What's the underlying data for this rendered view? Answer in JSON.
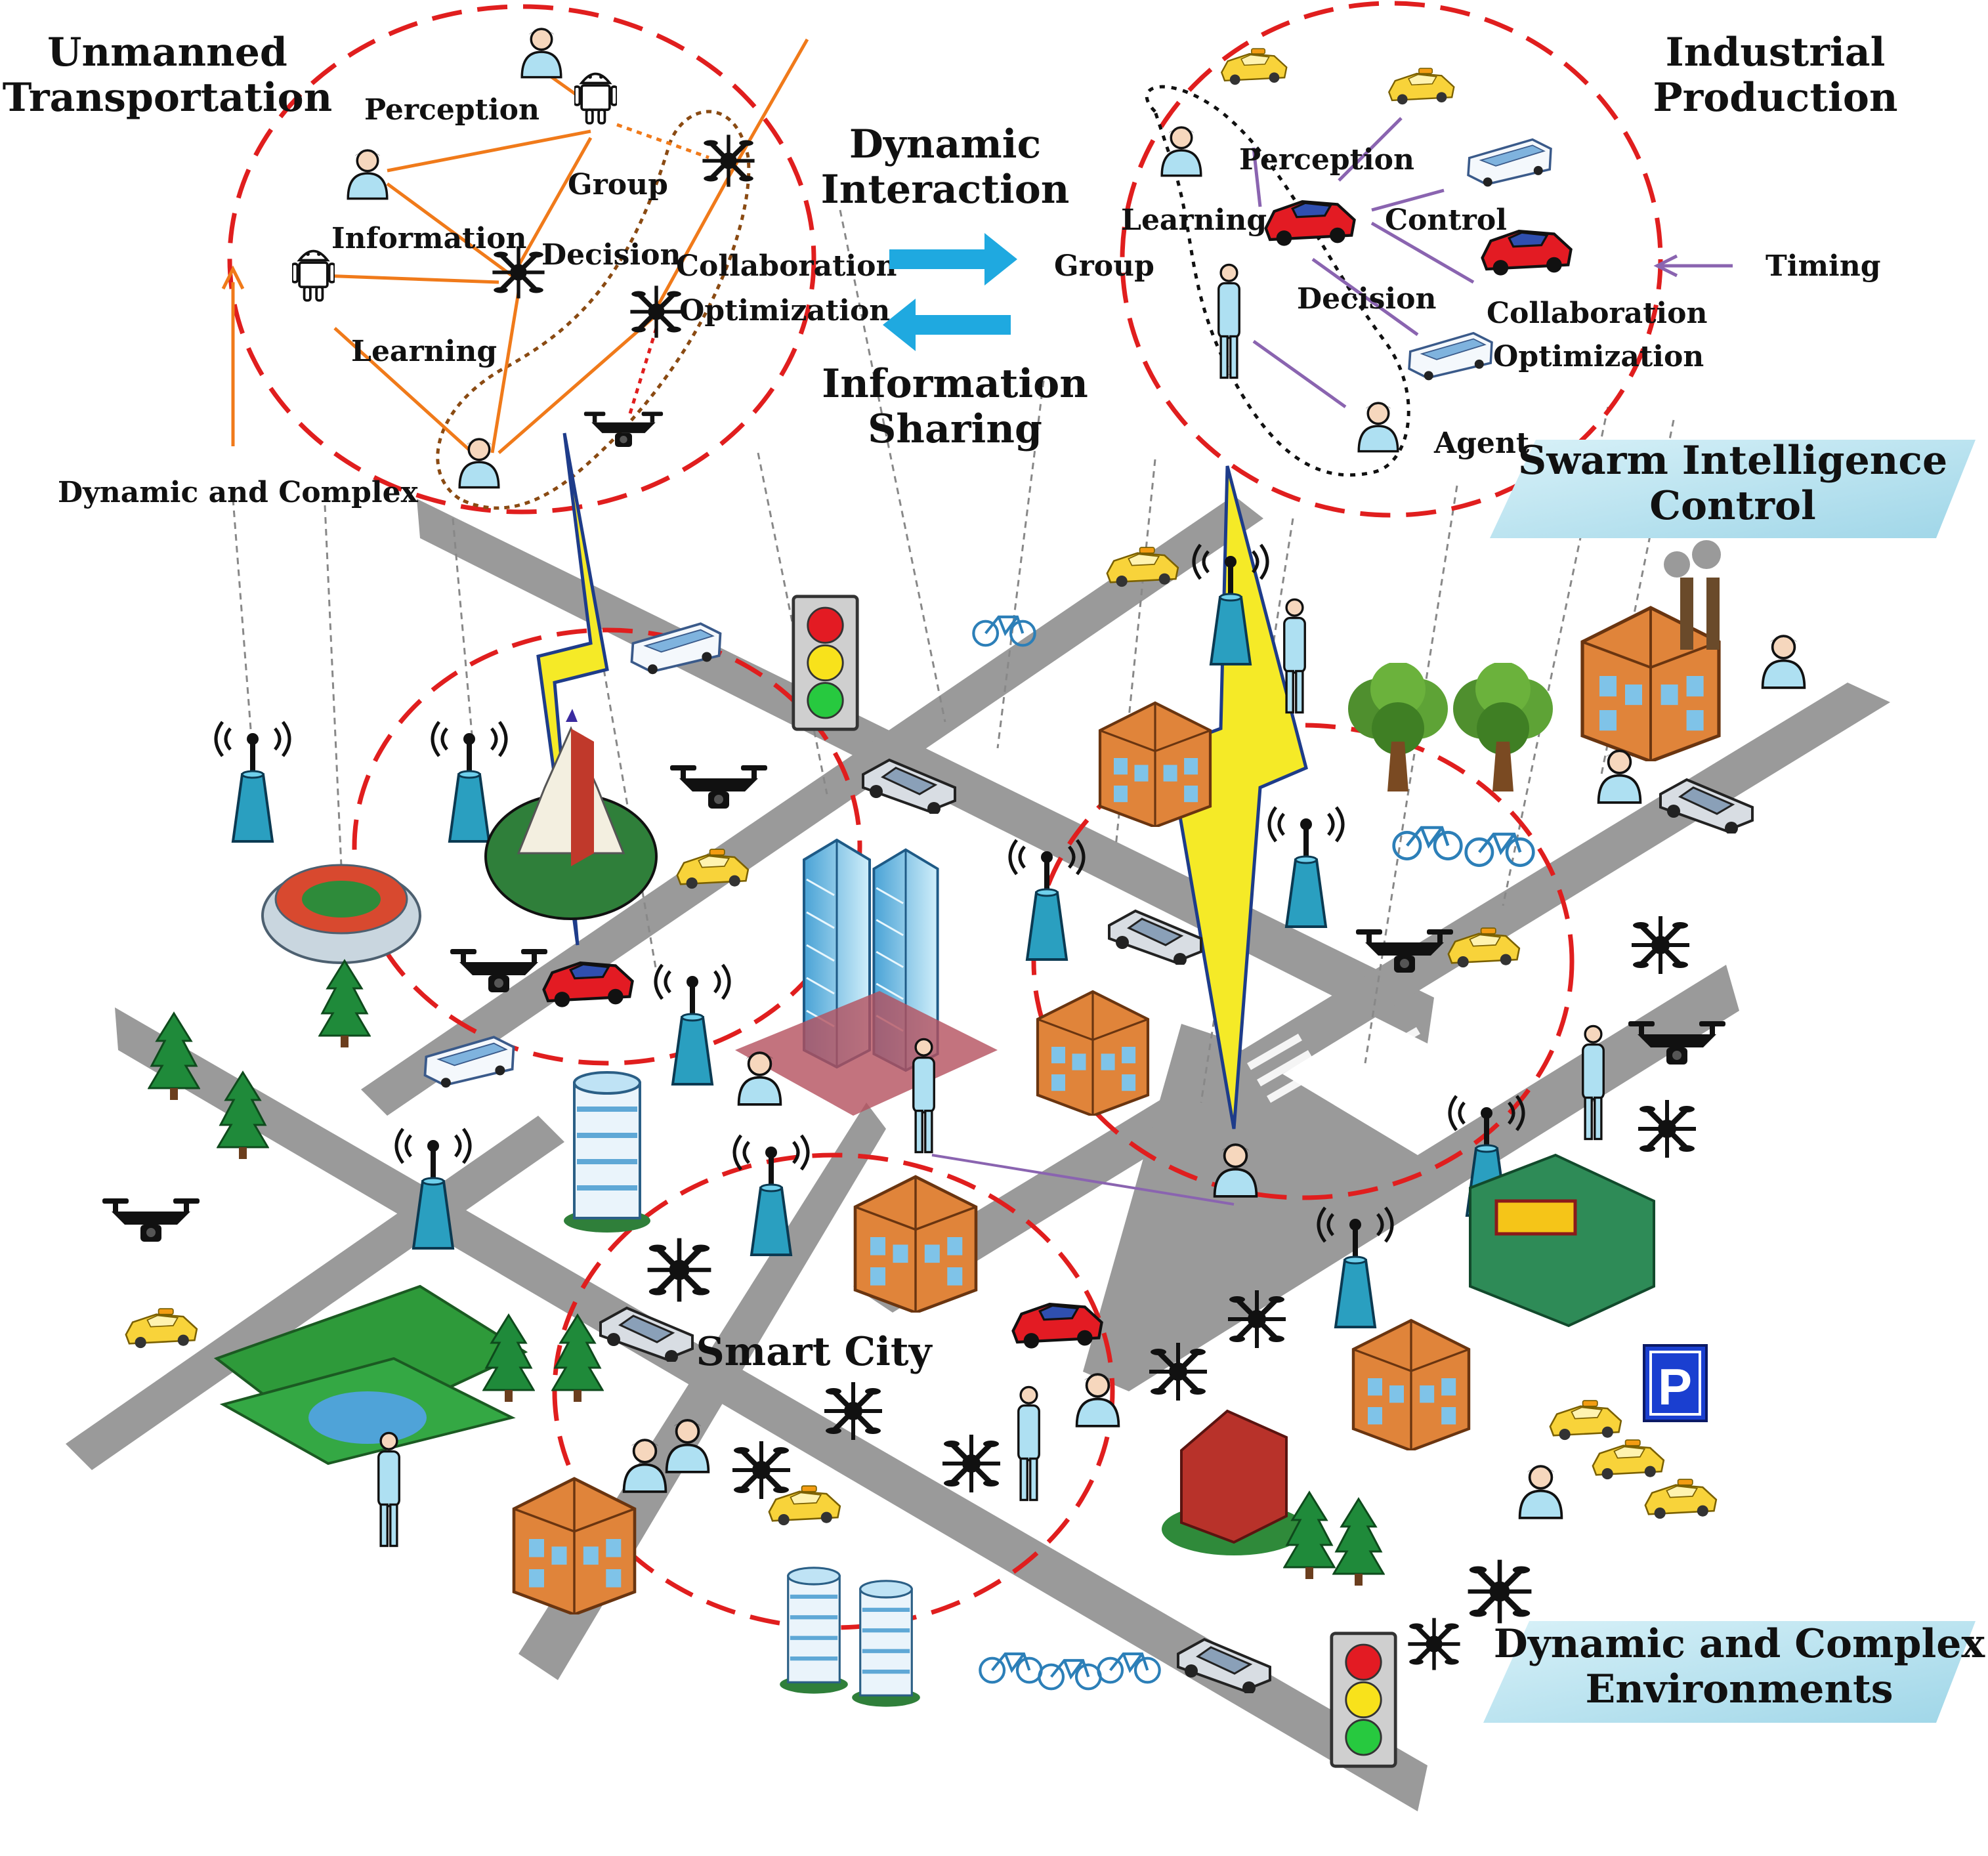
{
  "labels": {
    "unmanned_transportation": "Unmanned\nTransportation",
    "industrial_production": "Industrial\nProduction",
    "dynamic_interaction": "Dynamic\nInteraction",
    "information_sharing": "Information\nSharing",
    "dynamic_and_complex": "Dynamic and Complex",
    "timing": "Timing",
    "agent": "Agent",
    "swarm_intelligence_control": "Swarm Intelligence\nControl",
    "dynamic_complex_environments": "Dynamic and Complex\nEnvironments",
    "smart_city": "Smart City"
  },
  "left_cluster": {
    "perception": "Perception",
    "group": "Group",
    "information": "Information",
    "decision": "Decision",
    "collaboration": "Collaboration",
    "optimization": "Optimization",
    "learning": "Learning"
  },
  "right_cluster": {
    "perception": "Perception",
    "learning": "Learning",
    "control": "Control",
    "group": "Group",
    "decision": "Decision",
    "collaboration": "Collaboration",
    "optimization": "Optimization"
  },
  "icons": {
    "person": "person-icon",
    "robot": "android-robot-icon",
    "drone": "drone-icon",
    "car": "car-icon",
    "taxi": "taxi-icon",
    "bus": "bus-icon",
    "tower": "radio-tower-icon",
    "tree": "tree-icon",
    "traffic_light": "traffic-light-icon",
    "parking": "parking-sign-icon",
    "factory": "factory-icon",
    "bicycle": "bicycle-icon"
  },
  "parking_letter": "P",
  "colors": {
    "road": "#9a9a9a",
    "dashed_circle": "#e01e1e",
    "orange_link": "#f07a1a",
    "purple_link": "#8a64b0",
    "arrow": "#1fa9e0",
    "banner": "#bfe6f2",
    "tower": "#2a9fc0"
  }
}
